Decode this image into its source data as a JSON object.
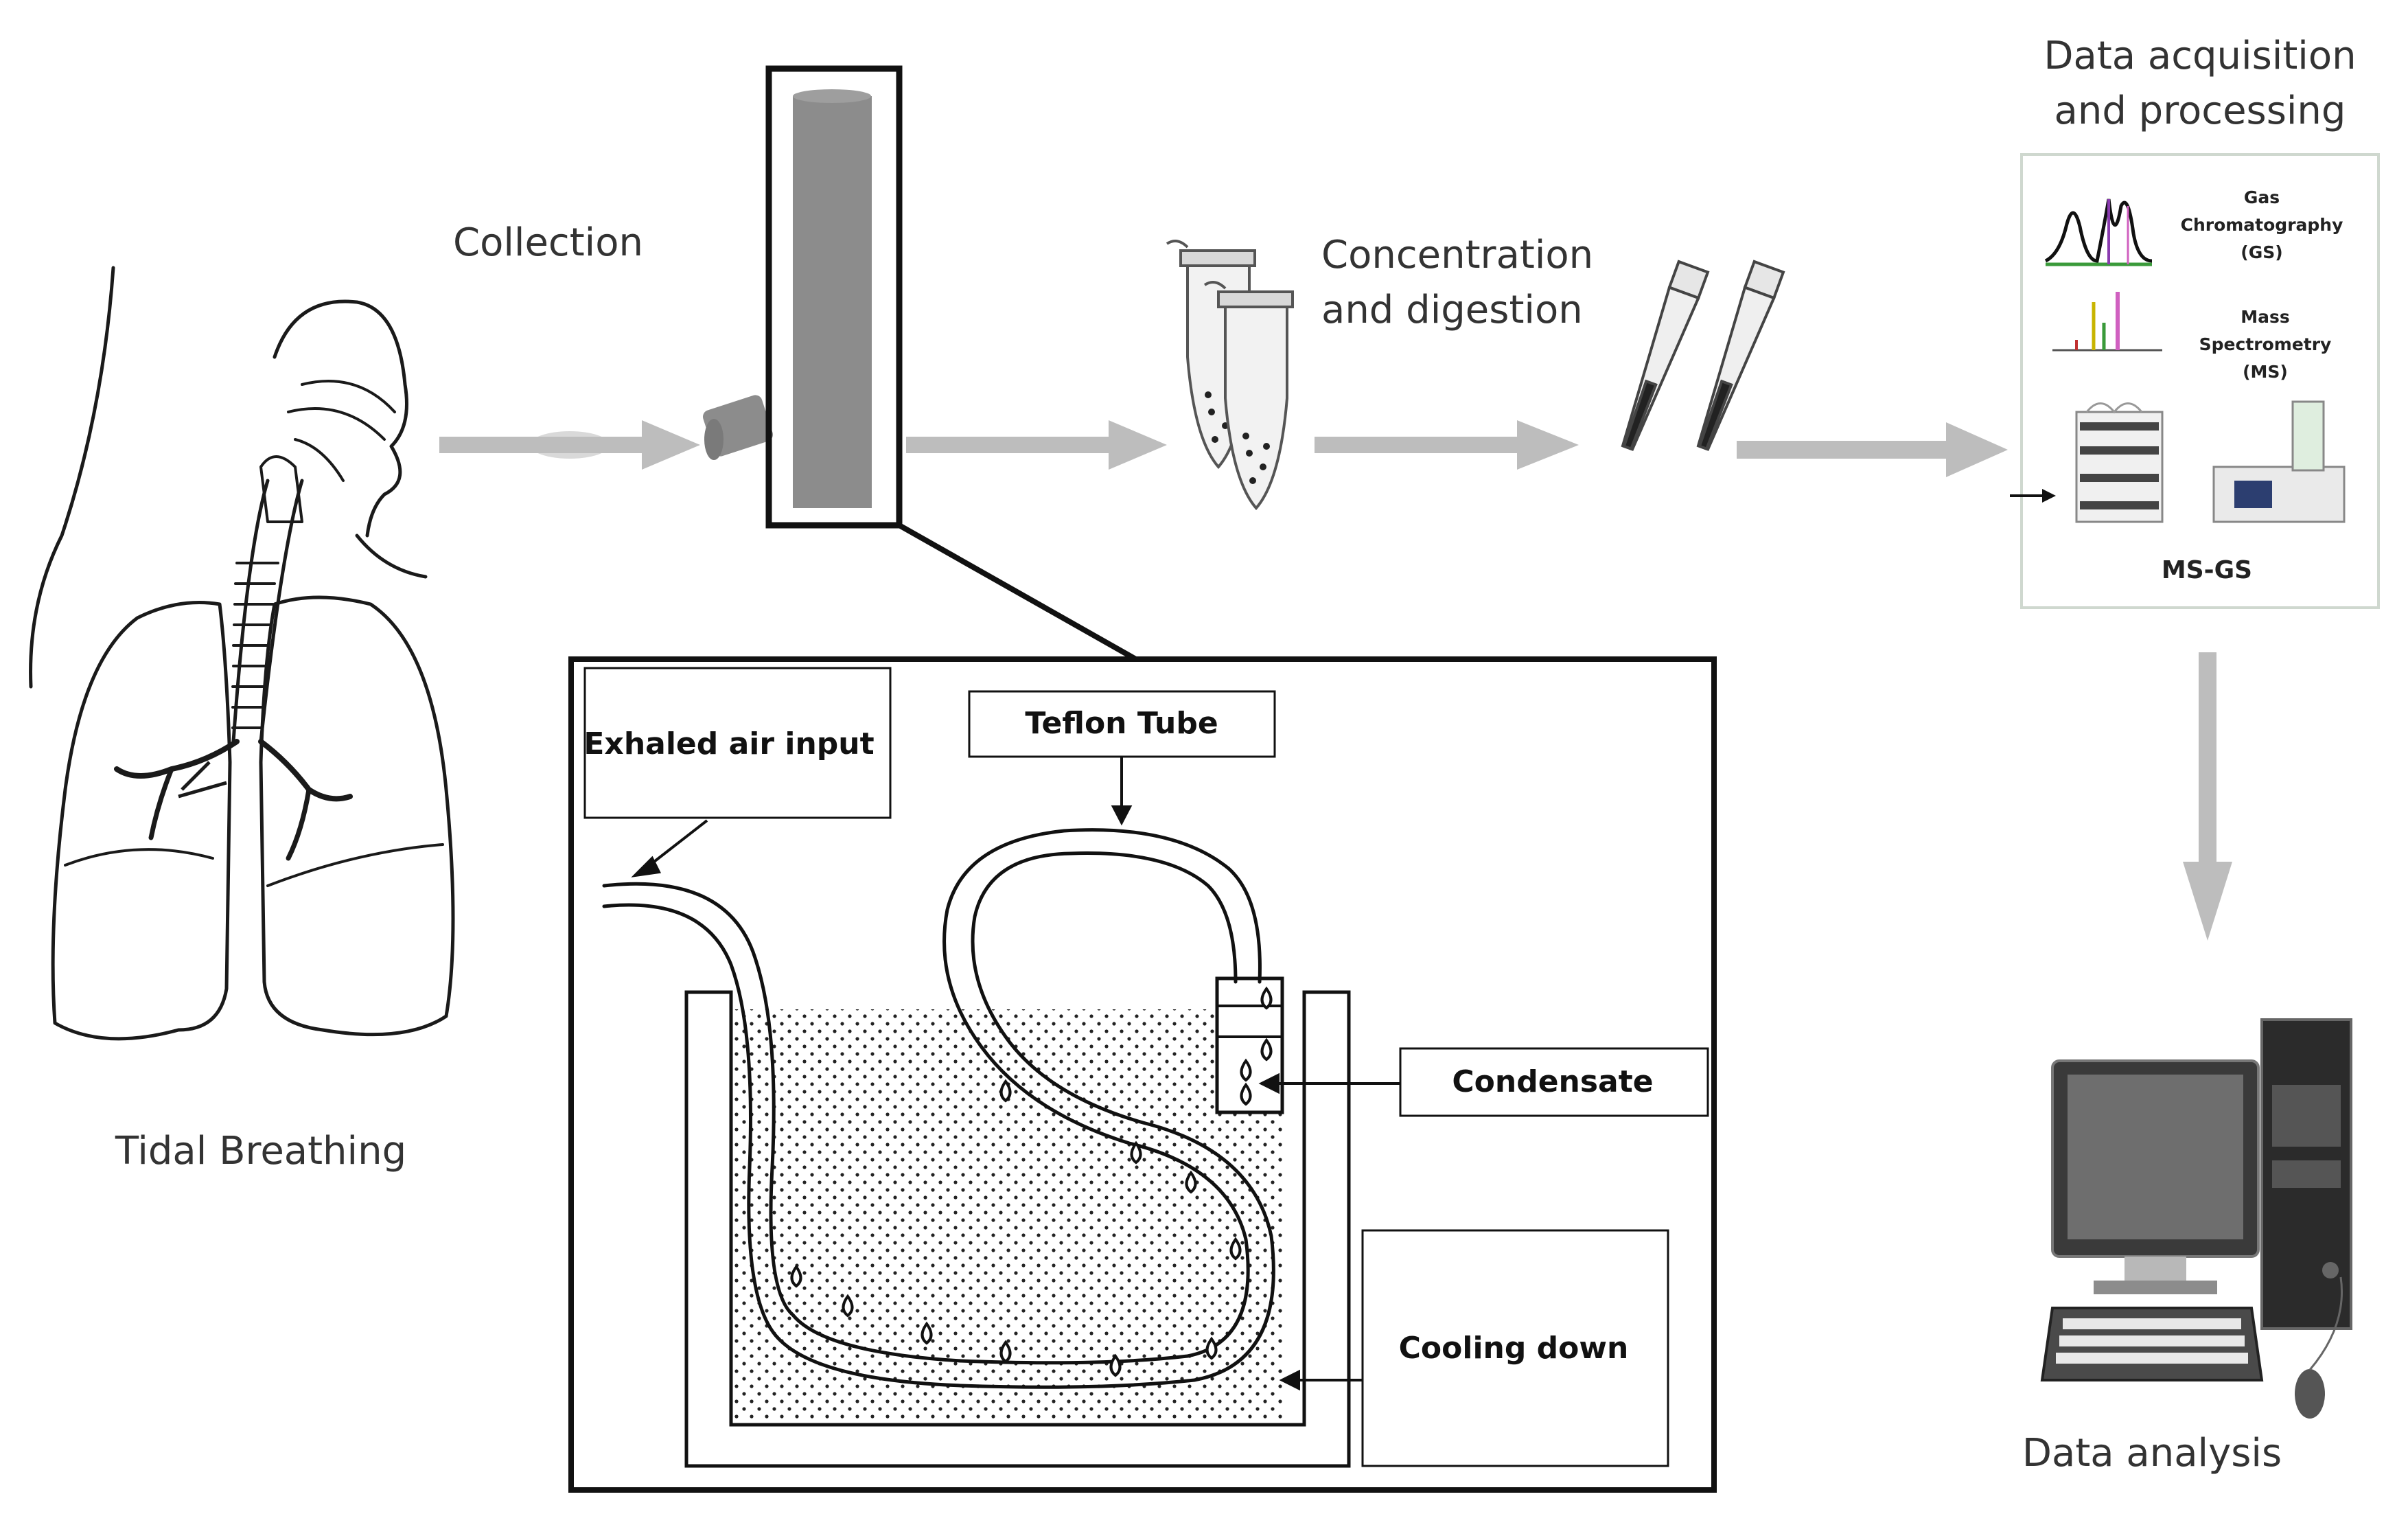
{
  "labels": {
    "collection": "Collection",
    "concentration_line1": "Concentration",
    "concentration_line2": "and digestion",
    "data_acq_line1": "Data acquisition",
    "data_acq_line2": "and processing",
    "tidal_breathing": "Tidal Breathing",
    "data_analysis": "Data analysis",
    "exhaled_air_input": "Exhaled air input",
    "teflon_tube": "Teflon Tube",
    "condensate": "Condensate",
    "cooling_down": "Cooling down"
  },
  "panel": {
    "gc_line1": "Gas",
    "gc_line2": "Chromatography",
    "gc_line3": "(GS)",
    "ms_line1": "Mass",
    "ms_line2": "Spectrometry",
    "ms_line3": "(MS)",
    "msgs": "MS-GS"
  },
  "colors": {
    "flow_arrow": "#bdbdbd",
    "collector_tube": "#8c8c8c",
    "outline": "#111111",
    "gc_green": "#3a9a3a",
    "gc_purple": "#8a3ab0",
    "ms_pink": "#d060c0",
    "ms_yellow": "#c8b400"
  }
}
